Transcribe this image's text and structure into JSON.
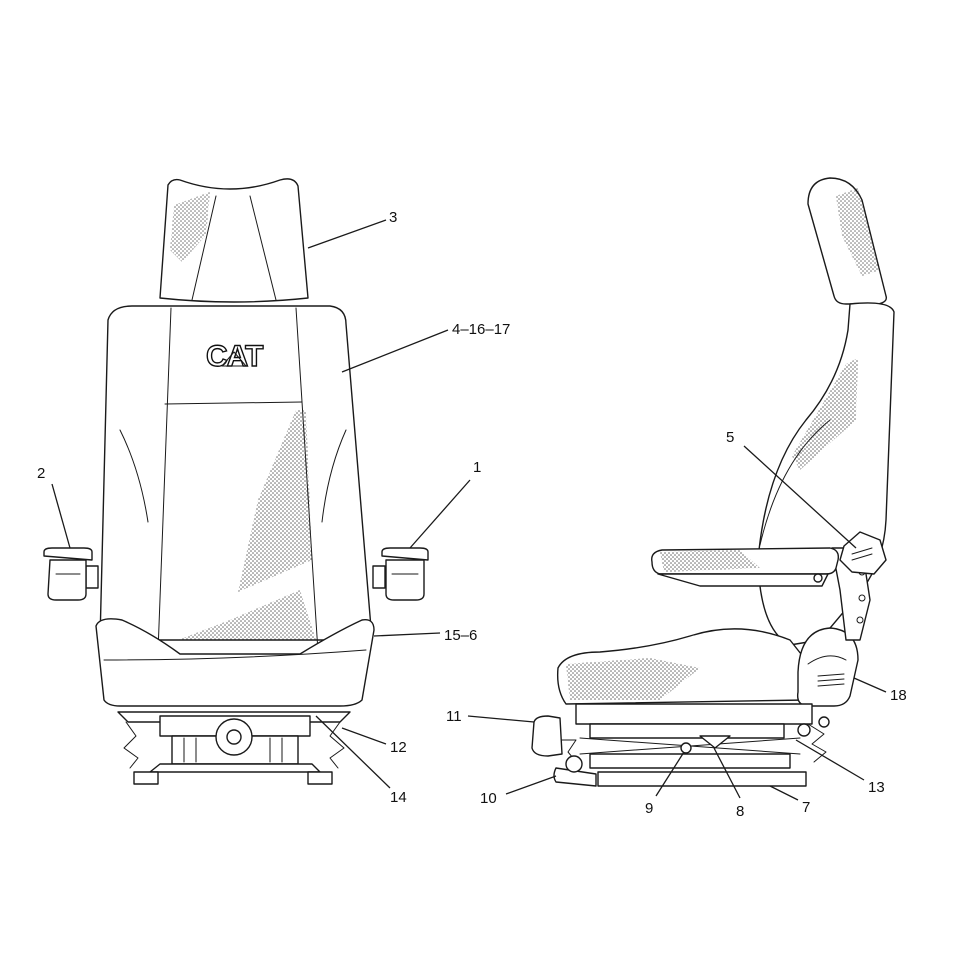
{
  "logo": {
    "text": "CAT"
  },
  "callouts": [
    {
      "id": "c1",
      "text": "1"
    },
    {
      "id": "c2",
      "text": "2"
    },
    {
      "id": "c3",
      "text": "3"
    },
    {
      "id": "c4",
      "text": "4–16–17"
    },
    {
      "id": "c15",
      "text": "15–6"
    },
    {
      "id": "c12",
      "text": "12"
    },
    {
      "id": "c14",
      "text": "14"
    },
    {
      "id": "c5",
      "text": "5"
    },
    {
      "id": "c18",
      "text": "18"
    },
    {
      "id": "c11",
      "text": "11"
    },
    {
      "id": "c13",
      "text": "13"
    },
    {
      "id": "c10",
      "text": "10"
    },
    {
      "id": "c9",
      "text": "9"
    },
    {
      "id": "c8",
      "text": "8"
    },
    {
      "id": "c7",
      "text": "7"
    }
  ]
}
